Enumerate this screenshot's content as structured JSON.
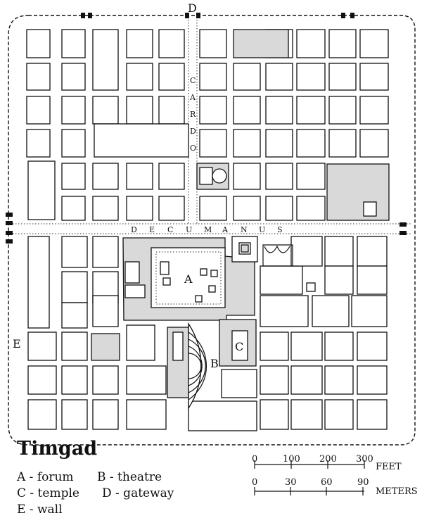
{
  "title": "Timgad",
  "legend": [
    {
      "letter": "A",
      "text": "A - forum"
    },
    {
      "letter": "B",
      "text": "B - theatre"
    },
    {
      "letter": "C",
      "text": "C - temple"
    },
    {
      "letter": "D",
      "text": "D - gateway"
    },
    {
      "letter": "E",
      "text": "E - wall"
    }
  ],
  "map_labels": {
    "a": "A",
    "b": "B",
    "c": "C",
    "d": "D",
    "e": "E"
  },
  "streets": {
    "cardo": [
      "C",
      "A",
      "R",
      "D",
      "O"
    ],
    "decumanus": [
      "D",
      "E",
      "C",
      "U",
      "M",
      "A",
      "N",
      "U",
      "S"
    ]
  },
  "scale": {
    "feet_ticks": [
      "0",
      "100",
      "200",
      "300"
    ],
    "feet_unit": "FEET",
    "meter_ticks": [
      "0",
      "30",
      "60",
      "90"
    ],
    "meter_unit": "METERS"
  },
  "colors": {
    "ink": "#111111",
    "shading": "#d9d9d9",
    "paper": "#ffffff"
  }
}
